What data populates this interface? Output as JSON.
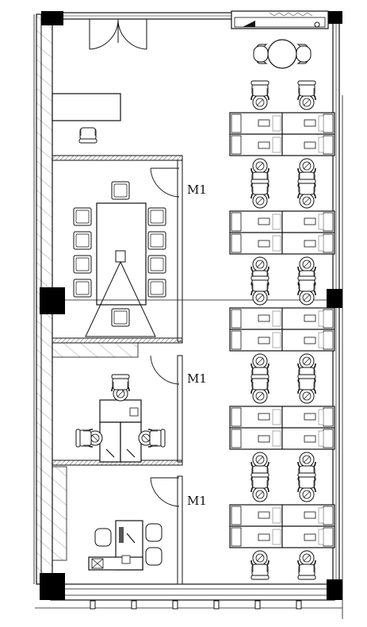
{
  "door_labels": [
    "M1",
    "M1",
    "M1"
  ],
  "colors": {
    "line": "#111111",
    "fill": "#ffffff",
    "column": "#000000",
    "hatch": "#6f6f6f",
    "glass": "#9a9a9a"
  },
  "workstation_clusters": 5
}
